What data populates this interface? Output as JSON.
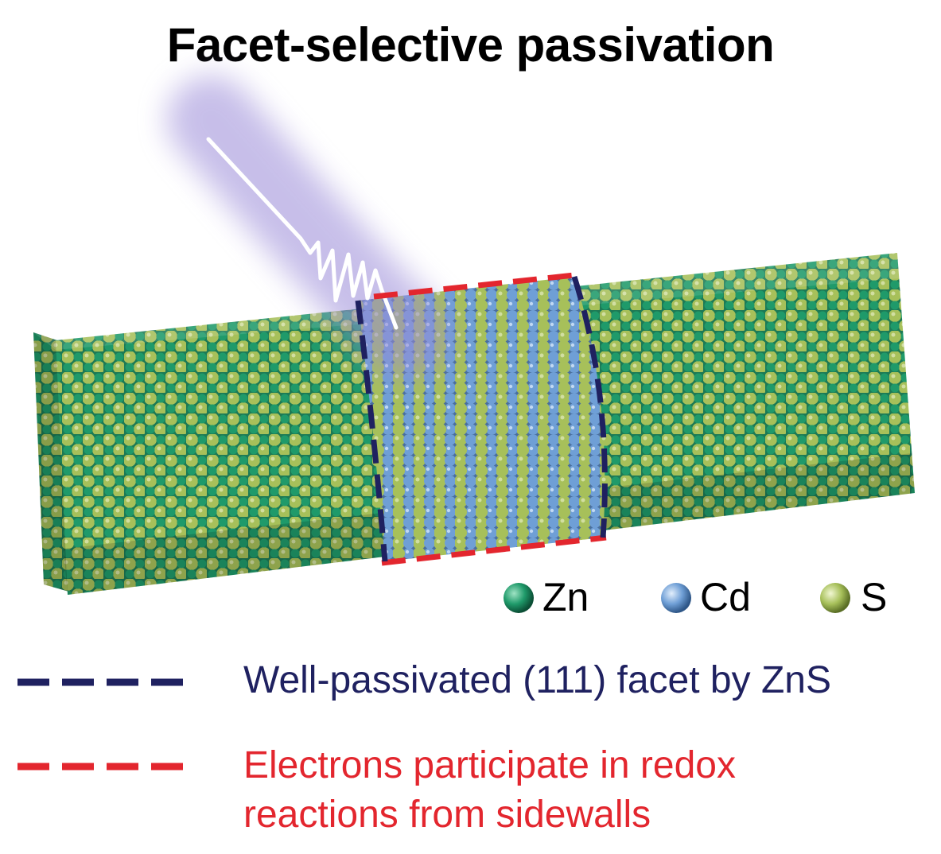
{
  "title": "Facet-selective passivation",
  "atom_legend": [
    {
      "symbol": "Zn",
      "color": "#1f9a6a"
    },
    {
      "symbol": "Cd",
      "color": "#6f9fd6"
    },
    {
      "symbol": "S",
      "color": "#a7c05a"
    }
  ],
  "line_legend": [
    {
      "style": "dashed",
      "color": "#1f2160",
      "label": "Well-passivated (111) facet by ZnS"
    },
    {
      "style": "dashed",
      "color": "#e3262e",
      "label_lines": [
        "Electrons participate in redox",
        "reactions from sidewalls"
      ]
    }
  ],
  "colors": {
    "zn": "#1f9a6a",
    "cd": "#6f9fd6",
    "s": "#a7c05a",
    "passivated_dash": "#1f2160",
    "redox_dash": "#e3262e",
    "light_glow": "#9a8ad8"
  }
}
